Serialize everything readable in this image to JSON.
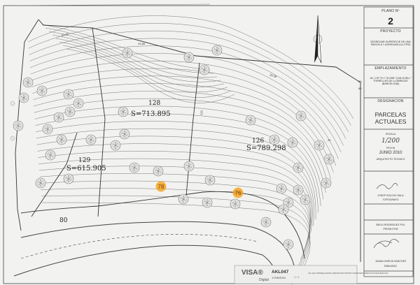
{
  "title_block": {
    "plano_label": "PLANO Nº",
    "plano_number": "2",
    "proyecto_label": "PROYECTO",
    "proyecto_text": "SEGREGAR SUPERFICIE DE UNA PARCELA Y AGREGARLA A OTRA",
    "emplazamiento_label": "EMPLAZAMIENTO",
    "emplazamiento_text": "AV. 2 Nº 76 Y 78 URB \"CAN GUELL\" TORRELLES DE LLOBREGAT (BARCELONA)",
    "designacion_label": "DESIGNACION",
    "designacion_text": "PARCELAS ACTUALES",
    "escala_label": "ESCALA",
    "escala_value": "1/200",
    "fecha_label": "FECHA",
    "fecha_value": "JUNIO 2010",
    "arquitecto_label": "ARQUITECTO TECNICO",
    "topografo_name": "JOSEP SOLIVIO SALA",
    "topografo_label": "TOPOGRAFO",
    "promotor_name": "BELIO RODRIGUEZ POL",
    "promotor_label": "PROMOTOR",
    "dibujado_name": "JUANA GARCIA SANCHEZ",
    "dibujado_label": "DIBUJADO"
  },
  "parcels": [
    {
      "number": "128",
      "area": "S=713.895"
    },
    {
      "number": "126",
      "area": "S=789.298"
    },
    {
      "number": "129",
      "area": "S=615.905"
    }
  ],
  "markers": [
    "78",
    "76"
  ],
  "road_label": "80",
  "contour_labels": [
    "17,73",
    "22,86",
    "123",
    "20.38",
    "83",
    "83",
    "22"
  ],
  "stamp": {
    "brand": "VISA®",
    "subtitle": "Digital",
    "code": "AKL047",
    "date": "17/06/2010",
    "page_mark": "1 / 1",
    "college_text": "COL·LEGI D'APARELLADORS, ARQUITECTES TÈCNICS I ENGINYERS D'EDIFICACIÓ DE BARCELONA"
  },
  "colors": {
    "marker_fill": "#f5a623",
    "marker_text": "#c06a00",
    "line": "#555555",
    "paper": "#f2f2f0"
  },
  "icons": [
    "north-arrow-icon",
    "tree-symbol-icon",
    "punch-hole-icon"
  ]
}
